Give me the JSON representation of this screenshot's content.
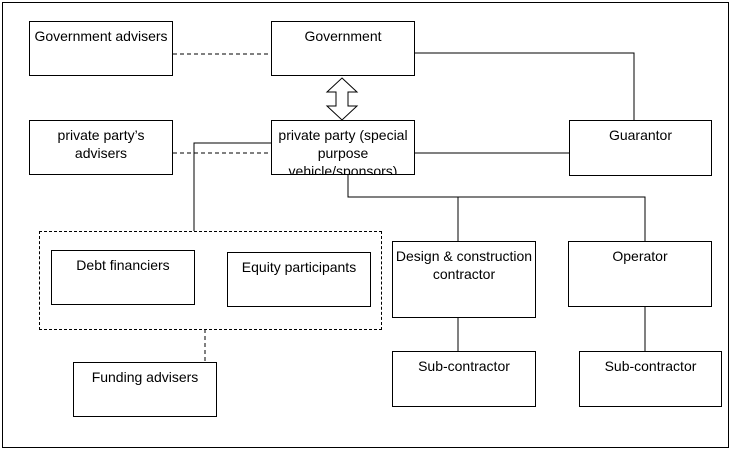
{
  "nodes": {
    "gov_advisers": "Government advisers",
    "government": "Government",
    "private_advisers": "private party’s advisers",
    "private_party": "private party (special purpose vehicle/sponsors)",
    "guarantor": "Guarantor",
    "debt": "Debt financiers",
    "equity": "Equity participants",
    "funding": "Funding advisers",
    "design": "Design & construction contractor",
    "operator": "Operator",
    "sub1": "Sub-contractor",
    "sub2": "Sub-contractor"
  }
}
